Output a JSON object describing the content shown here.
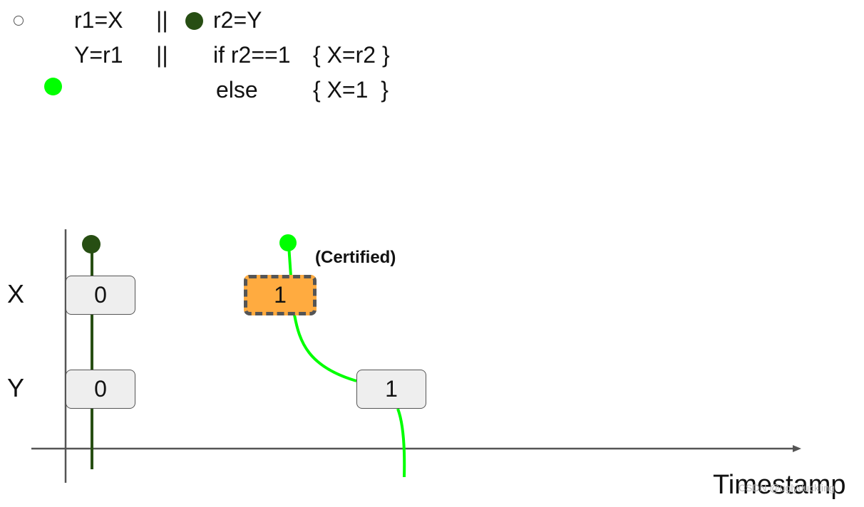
{
  "code": {
    "thread1_line1": "r1=X",
    "thread1_line2": "Y=r1",
    "separator": "||",
    "thread2_line1": "r2=Y",
    "thread2_if": "if r2==1",
    "thread2_then": "{ X=r2 }",
    "thread2_else": "else",
    "thread2_else_body": "{ X=1  }"
  },
  "diagram": {
    "rows": [
      {
        "label": "X",
        "values": [
          "0",
          "1"
        ]
      },
      {
        "label": "Y",
        "values": [
          "0",
          "1"
        ]
      }
    ],
    "annotation": "(Certified)",
    "x_axis_label": "Timestamp",
    "watermark": "CSDN @uglyduckling"
  },
  "colors": {
    "dark_green": "#274e13",
    "bright_green": "#00ff00",
    "certified_fill": "#ffab40",
    "cell_fill": "#eeeeee",
    "axis": "#555555"
  },
  "icons": [
    "open-circle-bullet-icon",
    "dark-green-dot-icon",
    "bright-green-dot-icon"
  ]
}
